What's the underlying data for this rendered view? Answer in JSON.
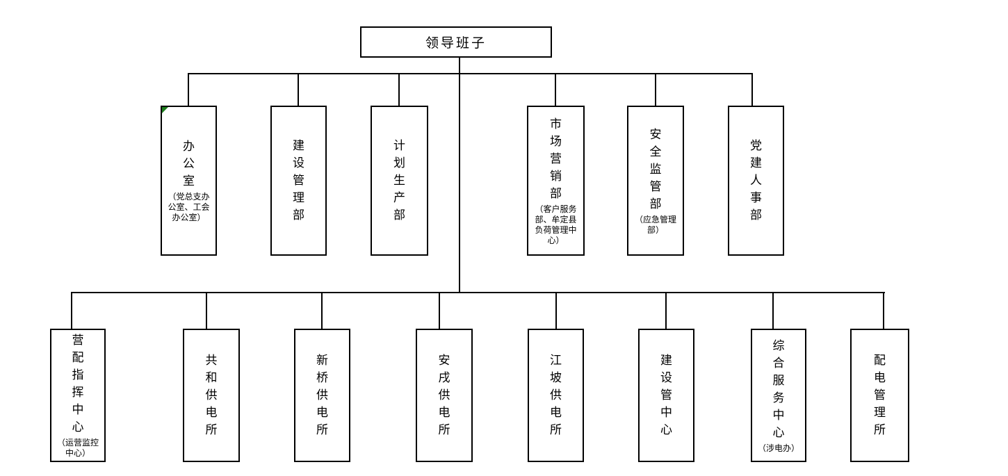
{
  "diagram": {
    "type": "org-chart",
    "root": {
      "label": "领导班子"
    },
    "departments": [
      {
        "label": "办公室",
        "note": "（党总支办公室、工会办公室）"
      },
      {
        "label": "建设管理部",
        "note": ""
      },
      {
        "label": "计划生产部",
        "note": ""
      },
      {
        "label": "市场营销部",
        "note": "（客户服务部、牟定县负荷管理中心）"
      },
      {
        "label": "安全监管部",
        "note": "（应急管理部）"
      },
      {
        "label": "党建人事部",
        "note": ""
      }
    ],
    "units": [
      {
        "label": "营配指挥中心",
        "note": "（运营监控中心）"
      },
      {
        "label": "共和供电所",
        "note": ""
      },
      {
        "label": "新桥供电所",
        "note": ""
      },
      {
        "label": "安戌供电所",
        "note": ""
      },
      {
        "label": "江坡供电所",
        "note": ""
      },
      {
        "label": "建设管中心",
        "note": ""
      },
      {
        "label": "综合服务中心",
        "note": "（涉电办）"
      },
      {
        "label": "配电管理所",
        "note": ""
      }
    ],
    "icons": {
      "corner_marker": "green-corner-triangle"
    },
    "colors": {
      "line": "#000000",
      "box_border": "#000000",
      "background": "#ffffff",
      "marker_green": "#1e7d1e"
    }
  }
}
